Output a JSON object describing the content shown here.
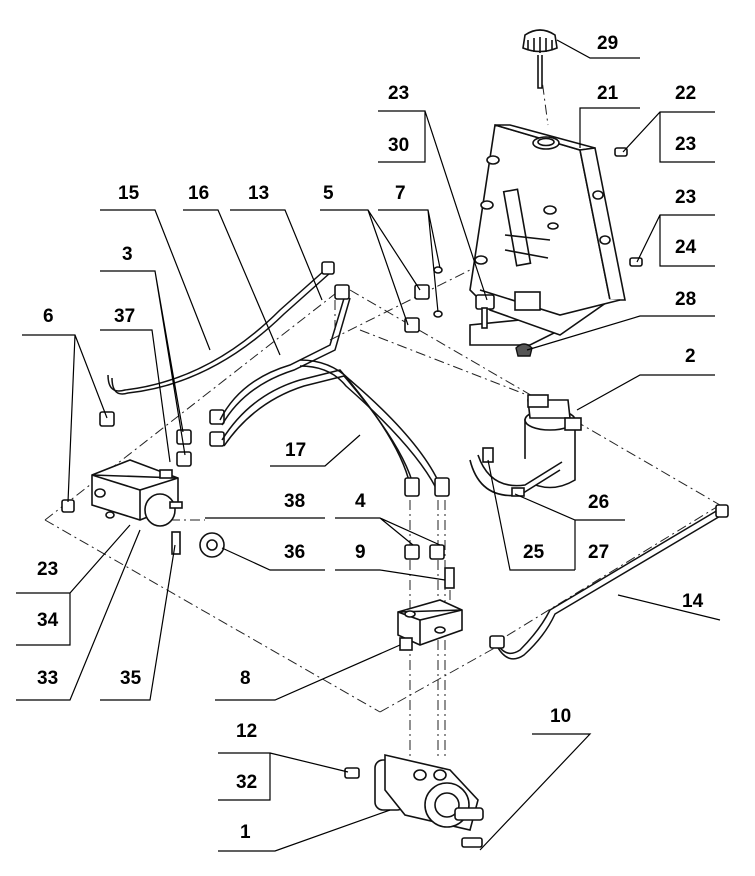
{
  "callouts": {
    "c1": "1",
    "c2": "2",
    "c3": "3",
    "c4": "4",
    "c5": "5",
    "c6": "6",
    "c7": "7",
    "c8": "8",
    "c9": "9",
    "c10": "10",
    "c12": "12",
    "c13": "13",
    "c14": "14",
    "c15": "15",
    "c16": "16",
    "c17": "17",
    "c21": "21",
    "c22": "22",
    "c23a": "23",
    "c23b": "23",
    "c23c": "23",
    "c23d": "23",
    "c24": "24",
    "c25": "25",
    "c26": "26",
    "c27": "27",
    "c28": "28",
    "c29": "29",
    "c30": "30",
    "c32": "32",
    "c33": "33",
    "c34": "34",
    "c35": "35",
    "c36": "36",
    "c37": "37",
    "c38": "38"
  }
}
